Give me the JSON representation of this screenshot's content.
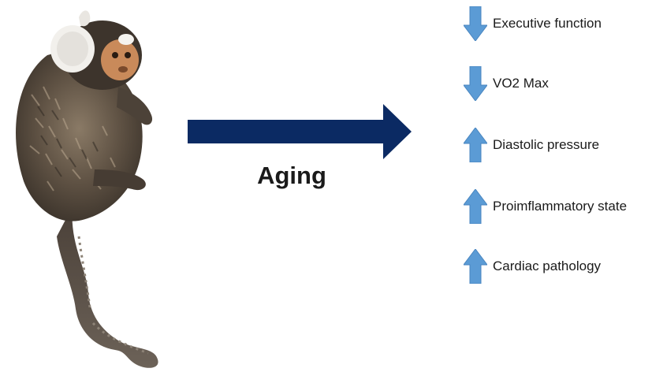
{
  "subject": {
    "icon": "marmoset-illustration"
  },
  "process": {
    "label": "Aging",
    "arrow_color": "#0b2a63",
    "arrow_icon": "right-arrow-icon"
  },
  "effects": [
    {
      "label": "Executive function",
      "direction": "down",
      "icon": "arrow-down-icon"
    },
    {
      "label": "VO2 Max",
      "direction": "down",
      "icon": "arrow-down-icon"
    },
    {
      "label": "Diastolic pressure",
      "direction": "up",
      "icon": "arrow-up-icon"
    },
    {
      "label": "Proimflammatory state",
      "direction": "up",
      "icon": "arrow-up-icon"
    },
    {
      "label": "Cardiac pathology",
      "direction": "up",
      "icon": "arrow-up-icon"
    }
  ],
  "colors": {
    "effect_arrow": "#5b9bd5",
    "effect_arrow_stroke": "#4a86c0"
  }
}
